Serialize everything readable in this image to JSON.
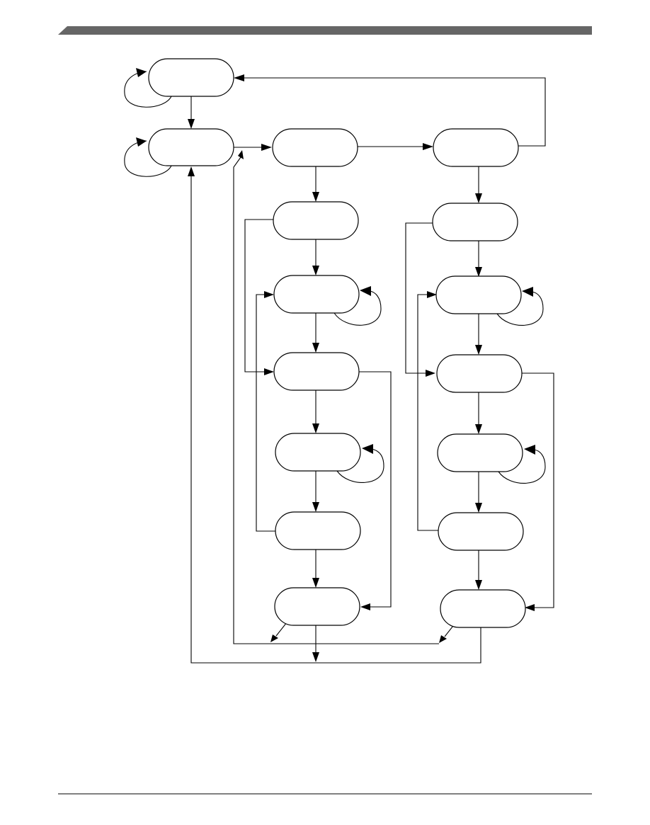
{
  "page": {
    "header_bar_color": "#666666",
    "footer_rule_color": "#000000"
  },
  "diagram": {
    "stroke_color": "#000000",
    "node_fill": "#ffffff",
    "states": [
      {
        "id": "s1",
        "label": ""
      },
      {
        "id": "s2",
        "label": ""
      },
      {
        "id": "s3",
        "label": ""
      },
      {
        "id": "s4",
        "label": ""
      },
      {
        "id": "s5",
        "label": ""
      },
      {
        "id": "s6",
        "label": ""
      },
      {
        "id": "s7",
        "label": ""
      },
      {
        "id": "s8",
        "label": ""
      },
      {
        "id": "s9",
        "label": ""
      },
      {
        "id": "s10",
        "label": ""
      },
      {
        "id": "s11",
        "label": ""
      },
      {
        "id": "s12",
        "label": ""
      },
      {
        "id": "s13",
        "label": ""
      },
      {
        "id": "s14",
        "label": ""
      },
      {
        "id": "s15",
        "label": ""
      },
      {
        "id": "s16",
        "label": ""
      }
    ]
  }
}
